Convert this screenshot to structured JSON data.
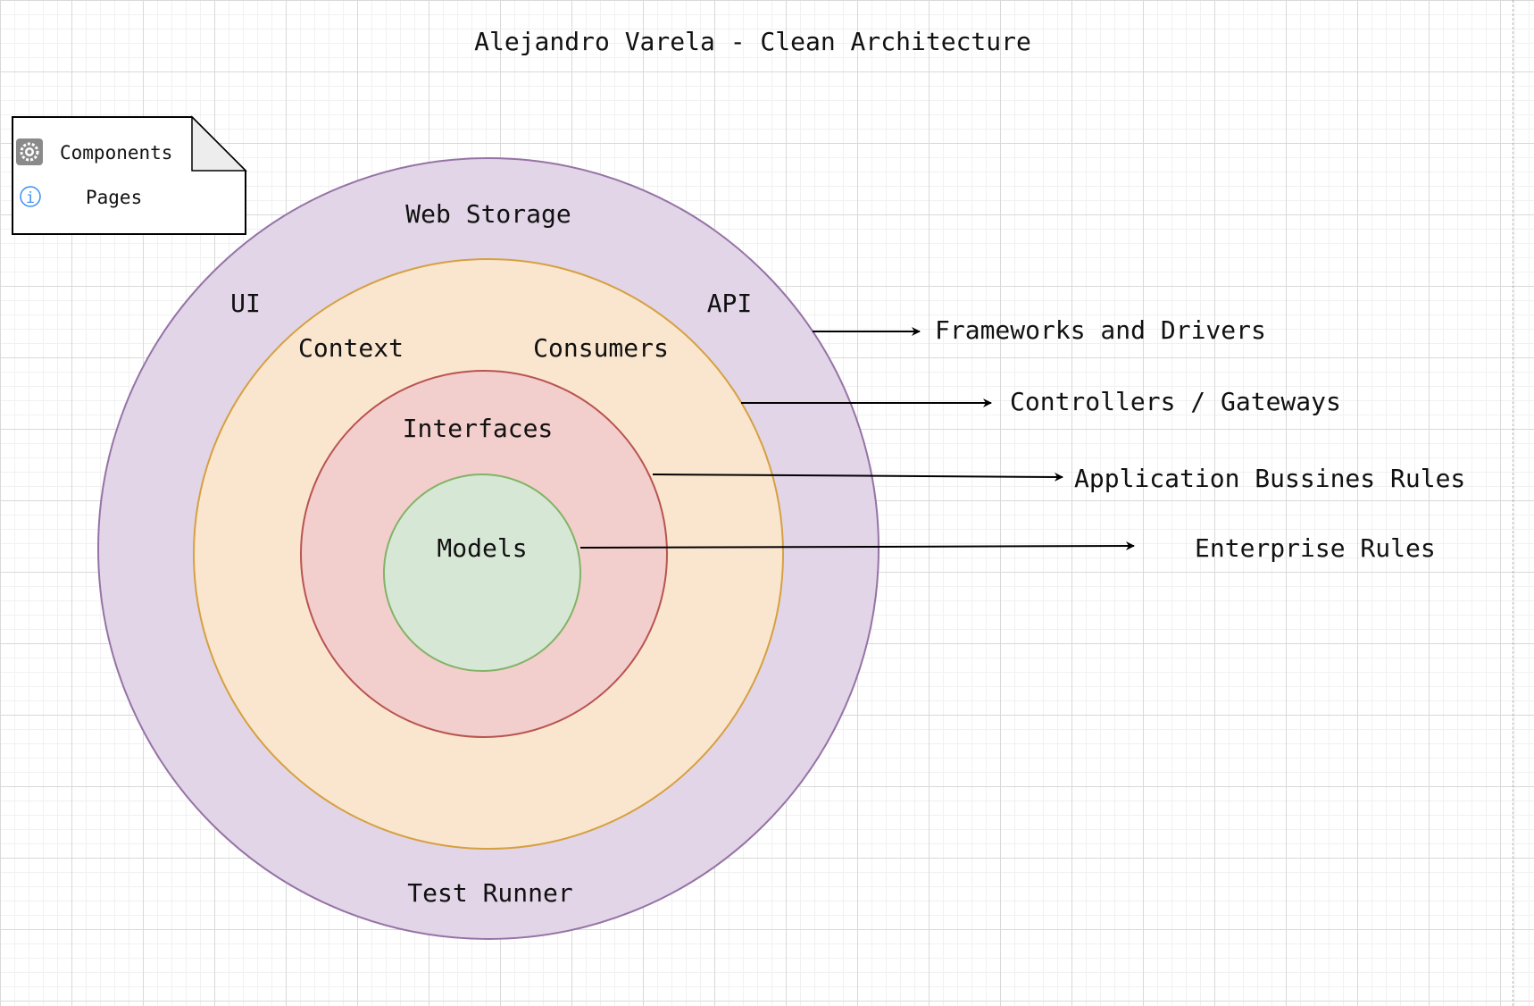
{
  "title": "Alejandro Varela - Clean Architecture",
  "legend": {
    "items": [
      {
        "label": "Components",
        "icon": "gear-icon"
      },
      {
        "label": "Pages",
        "icon": "info-icon"
      }
    ]
  },
  "layers": {
    "outer": {
      "labels": [
        "Web Storage",
        "UI",
        "API",
        "Test Runner"
      ],
      "fill": "#e1d5e7",
      "stroke": "#9673a6"
    },
    "adapters": {
      "labels": [
        "Context",
        "Consumers"
      ],
      "fill": "#fae6cf",
      "stroke": "#d6a040"
    },
    "application": {
      "labels": [
        "Interfaces"
      ],
      "fill": "#f2cecd",
      "stroke": "#b85450"
    },
    "core": {
      "labels": [
        "Models"
      ],
      "fill": "#d7e7d5",
      "stroke": "#82b366"
    }
  },
  "annotations": [
    "Frameworks and Drivers",
    "Controllers / Gateways",
    "Application Bussines Rules",
    "Enterprise Rules"
  ]
}
